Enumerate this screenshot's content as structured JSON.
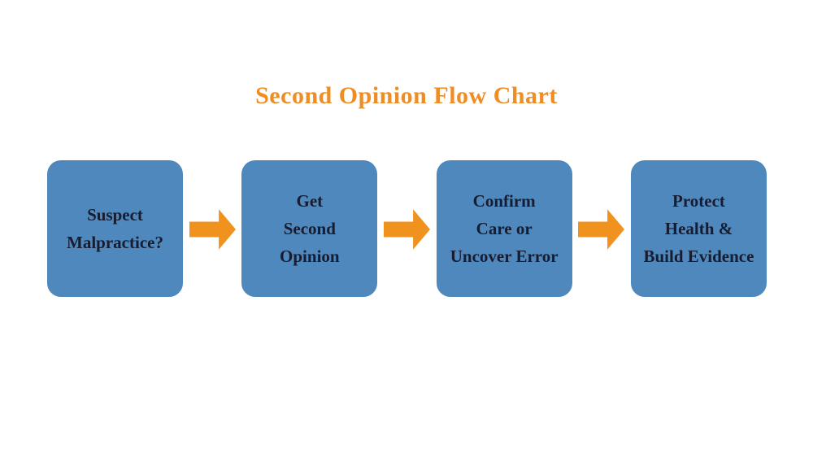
{
  "title": "Second Opinion Flow Chart",
  "colors": {
    "background": "#ffffff",
    "box_blue": "#4E88BD",
    "box_text": "#171C30",
    "title_orange": "#EF8D24",
    "arrow_orange": "#F0921E"
  },
  "flow": {
    "arrow_icon": "right-block-arrow",
    "steps": [
      {
        "label": "Suspect Malpractice?",
        "lines": [
          "Suspect",
          "Malpractice?"
        ]
      },
      {
        "label": "Get Second Opinion",
        "lines": [
          "Get",
          "Second",
          "Opinion"
        ]
      },
      {
        "label": "Confirm Care or Uncover Error",
        "lines": [
          "Confirm",
          "Care or",
          "Uncover Error"
        ]
      },
      {
        "label": "Protect Health & Build Evidence",
        "lines": [
          "Protect",
          "Health &",
          "Build Evidence"
        ]
      }
    ]
  }
}
